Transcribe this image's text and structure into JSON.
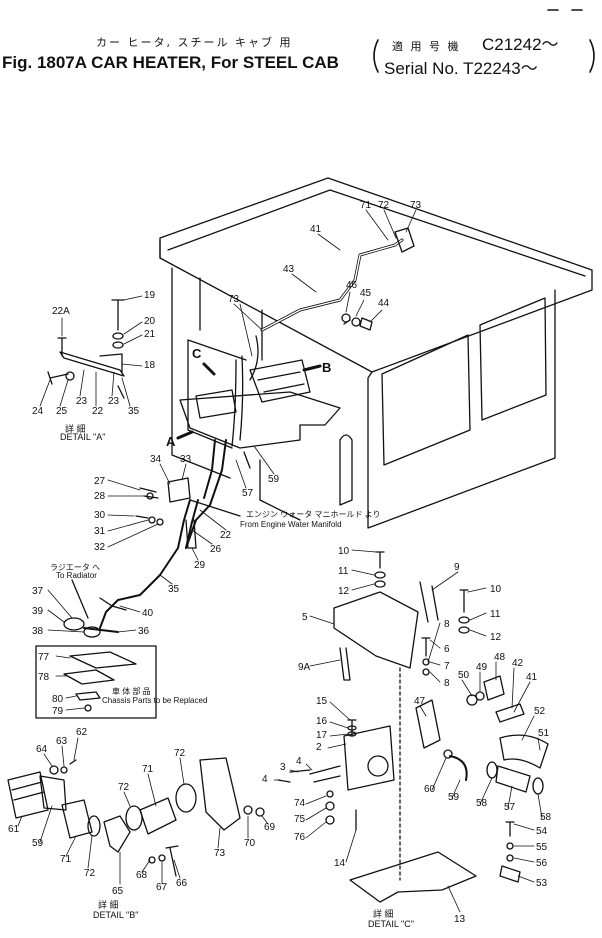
{
  "header": {
    "jp_title": "カー ヒータ, スチール キャブ 用",
    "title": "Fig. 1807A CAR HEATER, For STEEL CAB",
    "jp_serial": "適 用 号 機",
    "serial_start": "C21242～",
    "serial_label": "Serial No. T22243～"
  },
  "notes": {
    "jp_engine_manifold": "エンジン ウォータ マニホールド より",
    "engine_manifold": "From Engine Water Manifold",
    "jp_radiator": "ラジエータ へ",
    "radiator": "To Radiator",
    "jp_chassis": "車 体 部 品",
    "chassis": "Chassis Parts to be Replaced"
  },
  "details": {
    "a_jp": "詳 細",
    "a": "DETAIL \"A\"",
    "b_jp": "詳 細",
    "b": "DETAIL \"B\"",
    "c_jp": "詳 細",
    "c": "DETAIL \"C\""
  },
  "views": {
    "a": "A",
    "b": "B",
    "c": "C"
  },
  "callouts": {
    "c1": "71",
    "c2": "72",
    "c3": "73",
    "c4": "41",
    "c5": "43",
    "c6": "73",
    "c7": "46",
    "c8": "45",
    "c9": "44",
    "c10": "19",
    "c11": "22A",
    "c12": "20",
    "c13": "21",
    "c14": "18",
    "c15": "24",
    "c16": "25",
    "c17": "23",
    "c18": "22",
    "c19": "23",
    "c20": "35",
    "c21": "34",
    "c22": "33",
    "c23": "59",
    "c24": "57",
    "c25": "27",
    "c26": "28",
    "c27": "30",
    "c28": "31",
    "c29": "32",
    "c30": "22",
    "c31": "26",
    "c32": "29",
    "c33": "35",
    "c34": "37",
    "c35": "39",
    "c36": "38",
    "c37": "36",
    "c38": "40",
    "c39": "77",
    "c40": "78",
    "c41": "80",
    "c42": "79",
    "c43": "10",
    "c44": "11",
    "c45": "12",
    "c46": "9",
    "c47": "10",
    "c48": "11",
    "c49": "12",
    "c50": "5",
    "c51": "8",
    "c52": "6",
    "c53": "7",
    "c54": "8",
    "c55": "9A",
    "c56": "48",
    "c57": "49",
    "c58": "50",
    "c59": "42",
    "c60": "41",
    "c61": "47",
    "c62": "52",
    "c63": "51",
    "c64": "60",
    "c65": "59",
    "c66": "58",
    "c67": "57",
    "c68": "58",
    "c69": "15",
    "c70": "16",
    "c71": "17",
    "c72": "2",
    "c73": "4",
    "c74": "3",
    "c75": "4",
    "c76": "74",
    "c77": "75",
    "c78": "76",
    "c79": "14",
    "c80": "13",
    "c81": "54",
    "c82": "55",
    "c83": "56",
    "c84": "53",
    "c85": "62",
    "c86": "64",
    "c87": "63",
    "c88": "61",
    "c89": "59",
    "c90": "71",
    "c91": "72",
    "c92": "71",
    "c93": "72",
    "c94": "72",
    "c95": "65",
    "c96": "68",
    "c97": "67",
    "c98": "66",
    "c99": "70",
    "c100": "69",
    "c101": "73"
  }
}
